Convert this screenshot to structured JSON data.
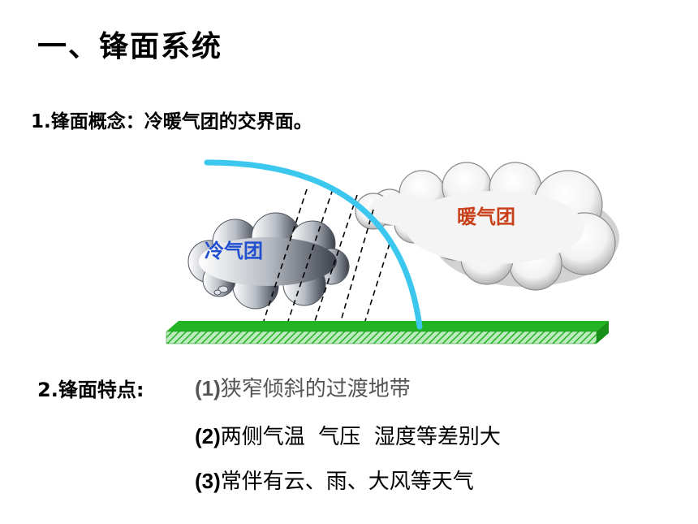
{
  "slide": {
    "title": "一、锋面系统",
    "concept": "1.锋面概念：冷暖气团的交界面。",
    "diagram": {
      "cold_label": "冷气团",
      "warm_label": "暖气团",
      "colors": {
        "front_line": "#3cc7ef",
        "ground": "#22b422",
        "cold_text": "#1f4fd0",
        "warm_text": "#c8401a"
      }
    },
    "features_label": "2.锋面特点:",
    "features": [
      {
        "num": "(1)",
        "text": "狭窄倾斜的过渡地带"
      },
      {
        "num": "(2)",
        "text": "两侧气温  气压  湿度等差别大"
      },
      {
        "num": "(3)",
        "text": "常伴有云、雨、大风等天气"
      }
    ]
  }
}
